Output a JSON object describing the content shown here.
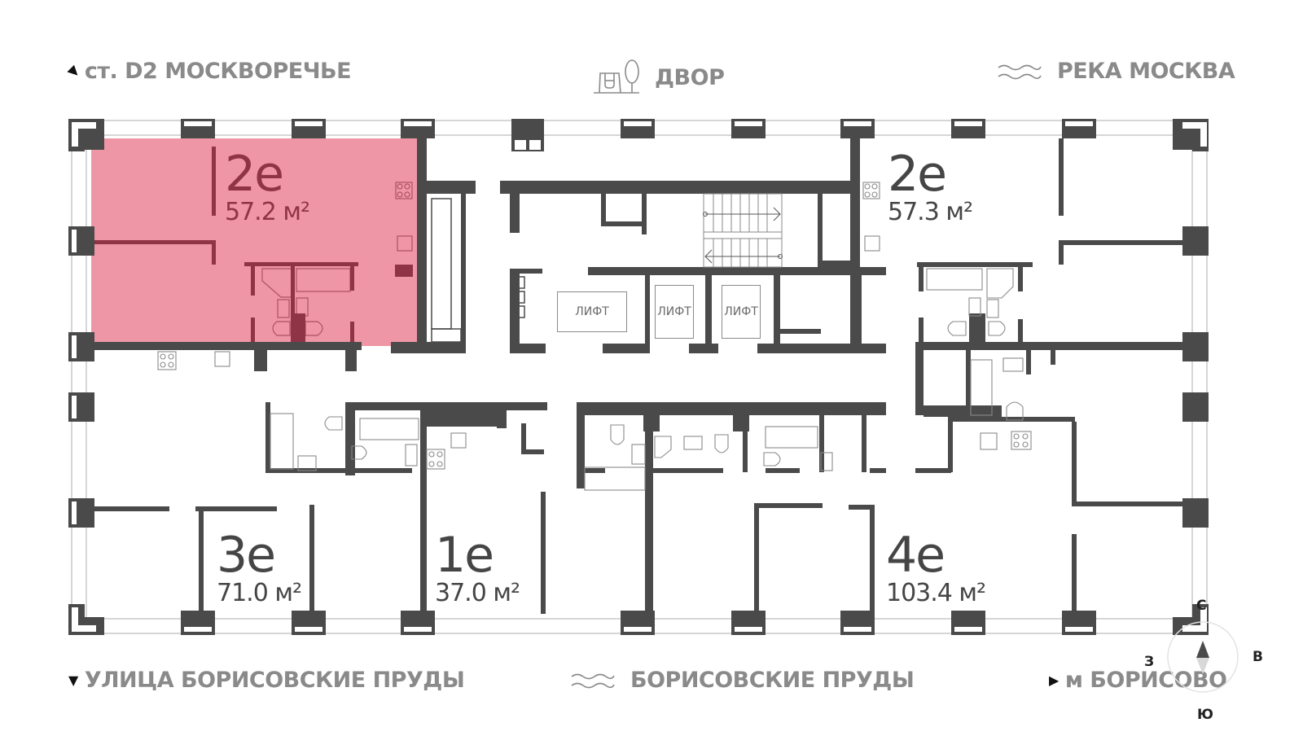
{
  "orientation": {
    "top_left": {
      "label": "ст. D2 МОСКВОРЕЧЬЕ",
      "icon": "triangle-pointer-icon"
    },
    "top_center": {
      "label": "ДВОР",
      "icon": "courtyard-playground-icon"
    },
    "top_right": {
      "label": "РЕКА МОСКВА",
      "icon": "water-waves-icon"
    },
    "bottom_left": {
      "label": "УЛИЦА БОРИСОВСКИЕ ПРУДЫ",
      "icon": "triangle-down-icon"
    },
    "bottom_center": {
      "label": "БОРИСОВСКИЕ ПРУДЫ",
      "icon": "water-waves-icon"
    },
    "bottom_right": {
      "label": "м БОРИСОВО",
      "icon": "triangle-right-icon"
    }
  },
  "units": [
    {
      "id": "unit-2e-west",
      "rooms": "2е",
      "area": "57.2 м²",
      "selected": true
    },
    {
      "id": "unit-2e-east",
      "rooms": "2е",
      "area": "57.3 м²",
      "selected": false
    },
    {
      "id": "unit-3e",
      "rooms": "3е",
      "area": "71.0 м²",
      "selected": false
    },
    {
      "id": "unit-1e",
      "rooms": "1е",
      "area": "37.0 м²",
      "selected": false
    },
    {
      "id": "unit-4e",
      "rooms": "4е",
      "area": "103.4 м²",
      "selected": false
    }
  ],
  "core": {
    "lifts": [
      "ЛИФТ",
      "ЛИФТ",
      "ЛИФТ"
    ]
  },
  "compass": {
    "north": "С",
    "south": "Ю",
    "west": "З",
    "east": "В"
  },
  "colors": {
    "wall": "#4a4a4a",
    "selected_fill": "#ef96a6",
    "selected_wall": "#8e3446",
    "label_gray": "#8a8a8a",
    "window_line": "#c8c8c8"
  }
}
